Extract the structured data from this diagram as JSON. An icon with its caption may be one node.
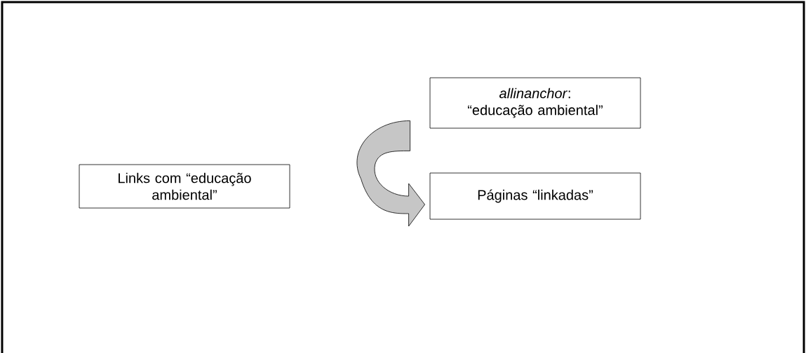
{
  "diagram": {
    "nodes": [
      {
        "text": [
          "*allinanchor*: “educação ambiental”"
        ]
      },
      {
        "text": [
          "Links com “educação ambiental”"
        ]
      },
      {
        "text": [
          "Páginas “linkadas”"
        ]
      }
    ],
    "edges": [
      {
        "from": 0,
        "to": 2,
        "arrow": "to"
      }
    ]
  }
}
